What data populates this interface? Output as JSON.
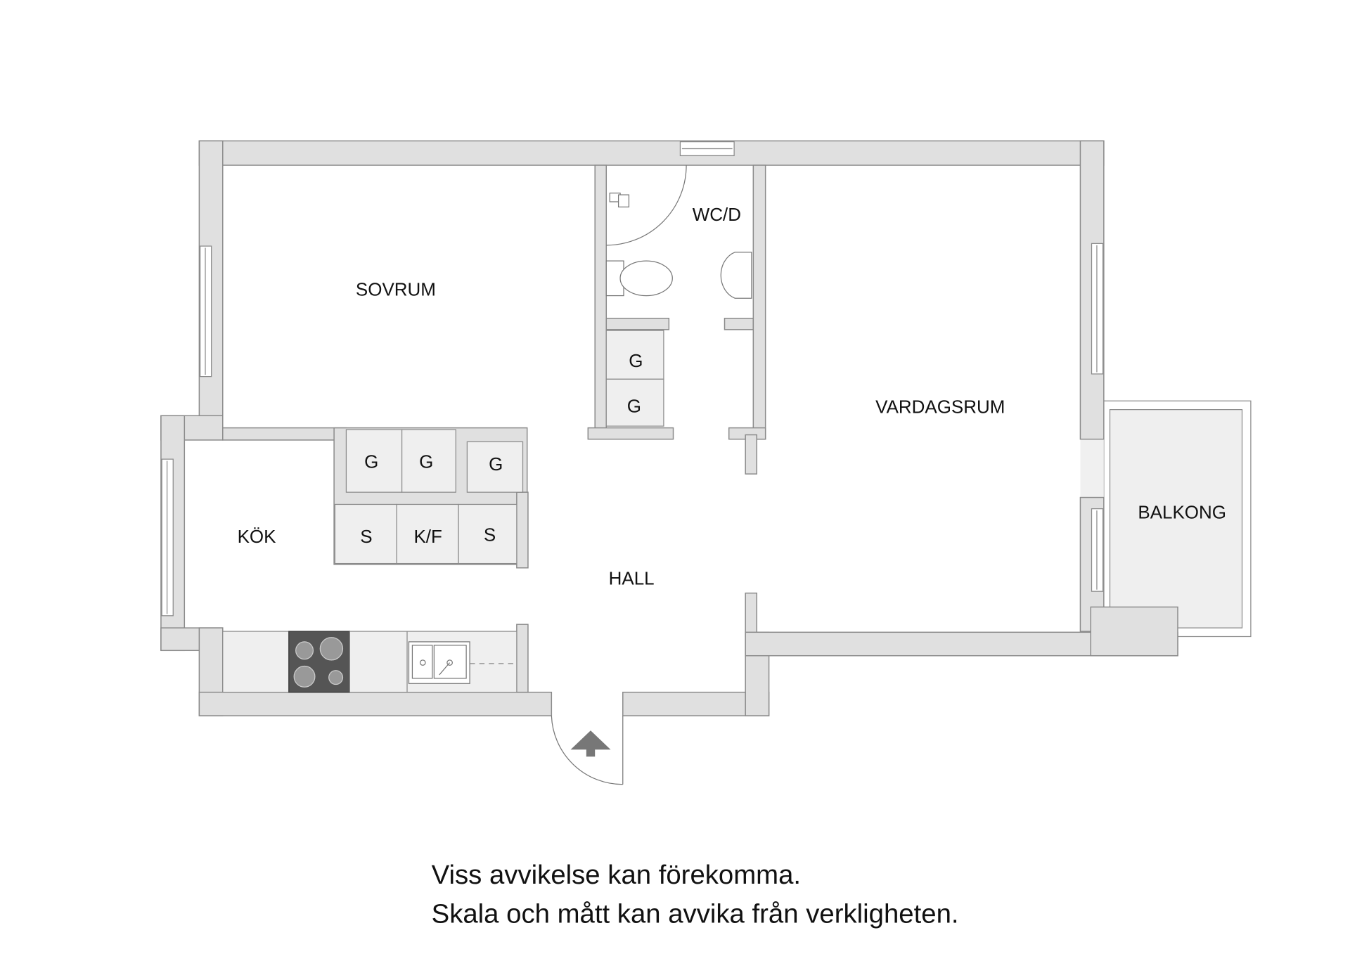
{
  "rooms": {
    "sovrum": "SOVRUM",
    "wc": "WC/D",
    "vardagsrum": "VARDAGSRUM",
    "balkong": "BALKONG",
    "kok": "KÖK",
    "hall": "HALL"
  },
  "storage": {
    "g1": "G",
    "g2": "G",
    "g3": "G",
    "g4": "G",
    "g5": "G",
    "s1": "S",
    "kf": "K/F",
    "s2": "S"
  },
  "disclaimer": {
    "line1": "Viss avvikelse kan förekomma.",
    "line2": "Skala och mått kan avvika från verkligheten."
  },
  "colors": {
    "wall": "#e0e0e0",
    "fixture": "#efefef",
    "stove": "#555555"
  }
}
